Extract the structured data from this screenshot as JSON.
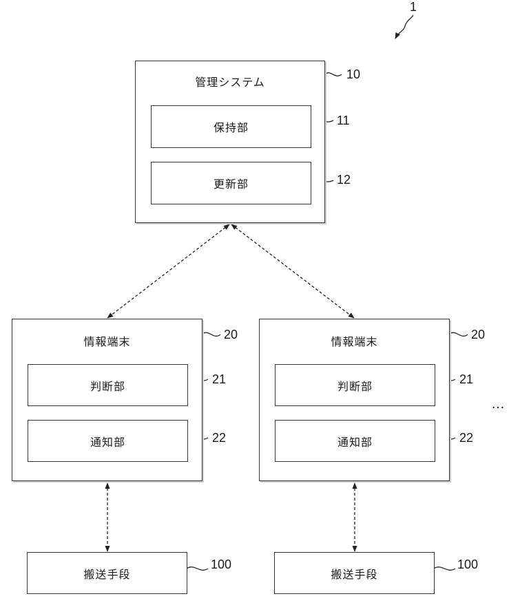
{
  "figure": {
    "system_ref": "1",
    "ellipsis": "…"
  },
  "management_system": {
    "title": "管理システム",
    "ref": "10",
    "units": [
      {
        "label": "保持部",
        "ref": "11"
      },
      {
        "label": "更新部",
        "ref": "12"
      }
    ]
  },
  "terminals": [
    {
      "title": "情報端末",
      "ref": "20",
      "units": [
        {
          "label": "判断部",
          "ref": "21"
        },
        {
          "label": "通知部",
          "ref": "22"
        }
      ],
      "transport": {
        "label": "搬送手段",
        "ref": "100"
      }
    },
    {
      "title": "情報端末",
      "ref": "20",
      "units": [
        {
          "label": "判断部",
          "ref": "21"
        },
        {
          "label": "通知部",
          "ref": "22"
        }
      ],
      "transport": {
        "label": "搬送手段",
        "ref": "100"
      }
    }
  ]
}
